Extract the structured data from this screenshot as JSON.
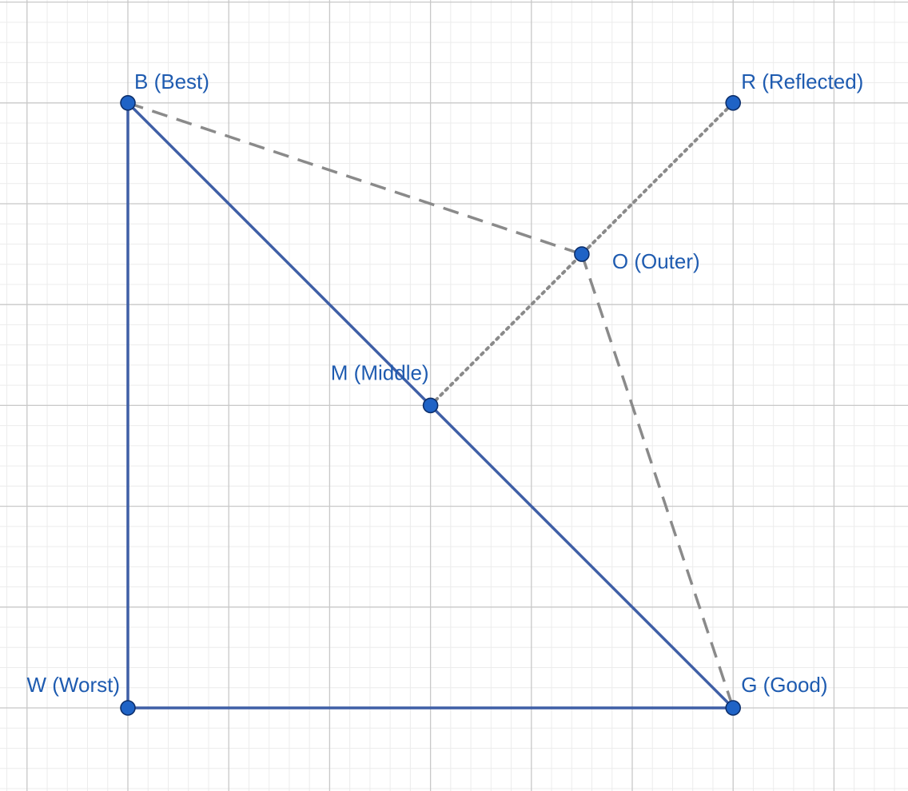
{
  "colors": {
    "background": "#ffffff",
    "grid_minor": "#ececec",
    "grid_major": "#c8c8c8",
    "triangle": "#3f5fa6",
    "dashed": "#8a8a8a",
    "dotted": "#8a8a8a",
    "point_fill": "#1f63c6",
    "point_stroke": "#0d2f6b",
    "label": "#1e5bb0"
  },
  "points": {
    "B": {
      "label": "B (Best)",
      "x": 0,
      "y": 6
    },
    "R": {
      "label": "R (Reflected)",
      "x": 6,
      "y": 6
    },
    "O": {
      "label": "O (Outer)",
      "x": 4.5,
      "y": 4.5
    },
    "M": {
      "label": "M (Middle)",
      "x": 3,
      "y": 3
    },
    "W": {
      "label": "W (Worst)",
      "x": 0,
      "y": 0
    },
    "G": {
      "label": "G (Good)",
      "x": 6,
      "y": 0
    }
  },
  "segments": {
    "solid": [
      [
        "W",
        "B"
      ],
      [
        "W",
        "G"
      ],
      [
        "B",
        "G"
      ]
    ],
    "dashed": [
      [
        "B",
        "O"
      ],
      [
        "O",
        "G"
      ]
    ],
    "dotted": [
      [
        "M",
        "R"
      ]
    ]
  }
}
